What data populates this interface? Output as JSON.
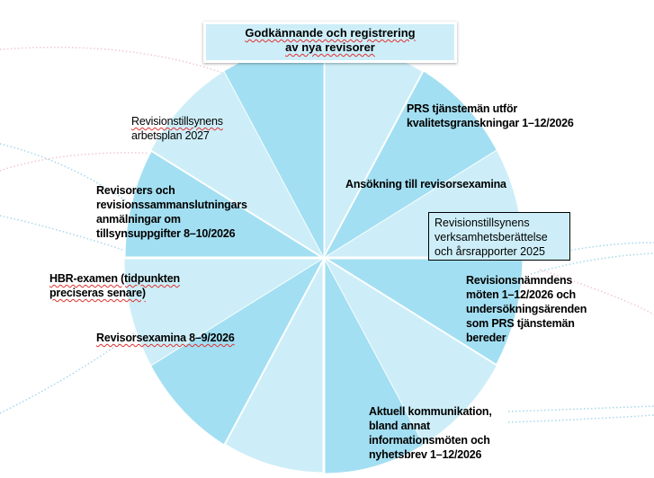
{
  "colors": {
    "dark_segment": "#a3dff2",
    "light_segment": "#cdeef8",
    "dots_blue": "#a8d8ec",
    "dots_pink": "#f1c9cf"
  },
  "wheel": {
    "segment_count": 12,
    "pattern": [
      "light",
      "dark"
    ]
  },
  "title": {
    "line1": "Godkännande och registrering",
    "line2": "av nya revisorer"
  },
  "labels": {
    "prs_quality": [
      "PRS tjänstemän utför",
      "kvalitetsgranskningar 1–12/2026"
    ],
    "application": [
      "Ansökning till revisorsexamina"
    ],
    "annual_report": [
      "Revisionstillsynens",
      "verksamhetsberättelse",
      "och årsrapporter 2025"
    ],
    "board_meetings": [
      "Revisionsnämndens",
      "möten 1–12/2026 och",
      "undersökningsärenden",
      "som PRS tjänstemän",
      "bereder"
    ],
    "communication": [
      "Aktuell kommunikation,",
      "bland annat",
      "informationsmöten och",
      "nyhetsbrev 1–12/2026"
    ],
    "exams": [
      "Revisorsexamina 8–9/2026"
    ],
    "hbr": [
      "HBR-examen (tidpunkten",
      "preciseras senare)"
    ],
    "notifications": [
      "Revisorers och",
      "revisionssammanslutningars",
      "anmälningar om",
      "tillsynsuppgifter 8–10/2026"
    ],
    "work_plan": [
      "Revisionstillsynens",
      "arbetsplan 2027"
    ]
  }
}
